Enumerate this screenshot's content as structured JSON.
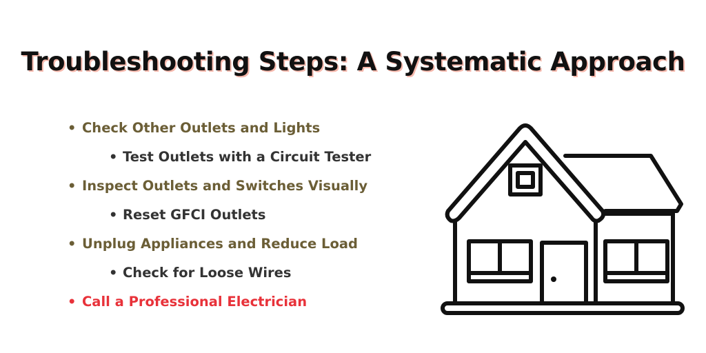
{
  "title": "Troubleshooting Steps: A Systematic Approach",
  "colors": {
    "title_text": "#111111",
    "title_shadow": "#f6b8ac",
    "primary_item": "#6b5e36",
    "sub_item": "#333333",
    "alert_item": "#e8323a",
    "icon_stroke": "#111111"
  },
  "steps": [
    {
      "label": "Check Other Outlets and Lights",
      "level": 1,
      "style": "primary"
    },
    {
      "label": "Test Outlets with a Circuit Tester",
      "level": 2,
      "style": "sub"
    },
    {
      "label": "Inspect Outlets and Switches Visually",
      "level": 1,
      "style": "primary"
    },
    {
      "label": "Reset GFCI Outlets",
      "level": 2,
      "style": "sub"
    },
    {
      "label": "Unplug Appliances and Reduce Load",
      "level": 1,
      "style": "primary"
    },
    {
      "label": "Check for Loose Wires",
      "level": 2,
      "style": "sub"
    },
    {
      "label": "Call a Professional Electrician",
      "level": 1,
      "style": "alert"
    }
  ],
  "illustration": {
    "icon": "house-icon"
  }
}
